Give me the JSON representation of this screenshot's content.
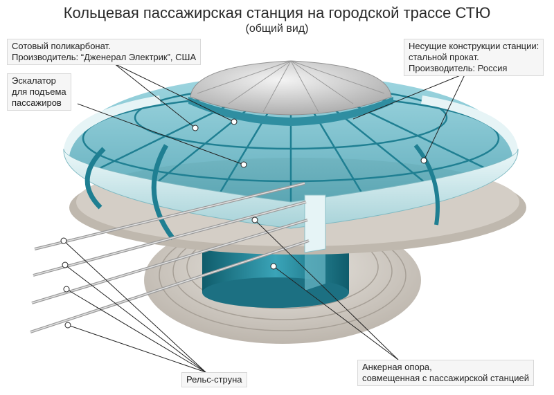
{
  "header": {
    "title": "Кольцевая пассажирская станция на городской трассе СТЮ",
    "subtitle": "(общий вид)"
  },
  "labels": {
    "polycarbonate": [
      "Сотовый поликарбонат.",
      "Производитель: “Дженерал Электрик”, США"
    ],
    "escalator": [
      "Эскалатор",
      "для подъема",
      "пассажиров"
    ],
    "structures": [
      "Несущие конструкции станции:",
      "стальной прокат.",
      "Производитель: Россия"
    ],
    "anchor": [
      "Анкерная опора,",
      "совмещенная с пассажирской станцией"
    ],
    "rail": [
      "Рельс-струна"
    ]
  },
  "colors": {
    "glass": "#5fb3c4",
    "frame": "#1f7f92",
    "ring": "#d8eef0",
    "floor": "#c9c3bb",
    "dome": "#c8c8c8"
  }
}
